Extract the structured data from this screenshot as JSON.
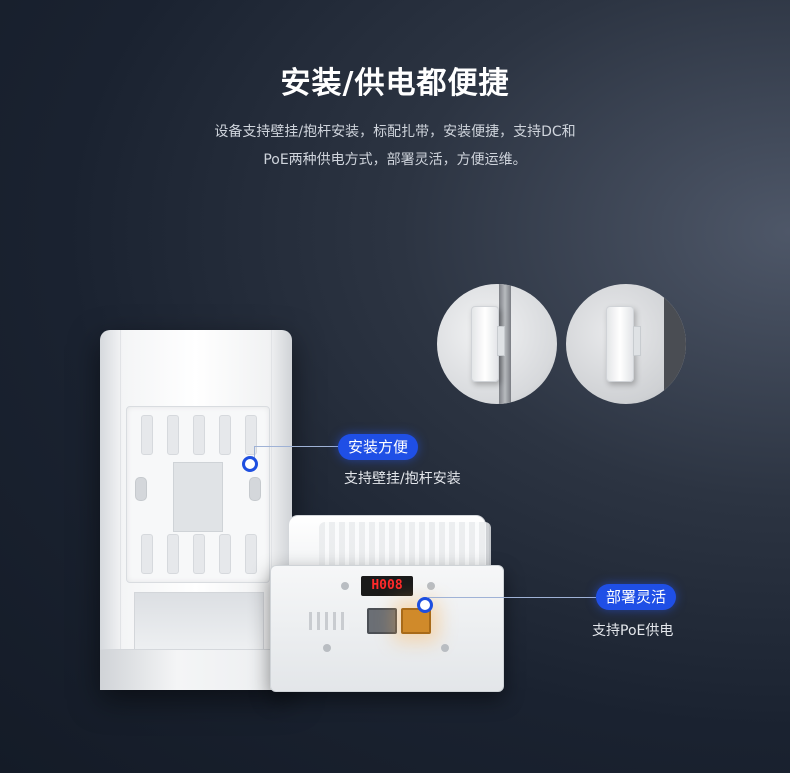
{
  "header": {
    "title": "安装/供电都便捷",
    "description_line1": "设备支持壁挂/抱杆安装，标配扎带，安装便捷，支持DC和",
    "description_line2": "PoE两种供电方式，部署灵活，方便运维。"
  },
  "device": {
    "led_display": "H008"
  },
  "callouts": {
    "install": {
      "badge": "安装方便",
      "subtitle": "支持壁挂/抱杆安装"
    },
    "power": {
      "badge": "部署灵活",
      "subtitle": "支持PoE供电"
    }
  },
  "colors": {
    "accent": "#1f4fe6",
    "background": "#1a2230",
    "poe_port": "#d08a2a",
    "led": "#ff2a2a"
  }
}
